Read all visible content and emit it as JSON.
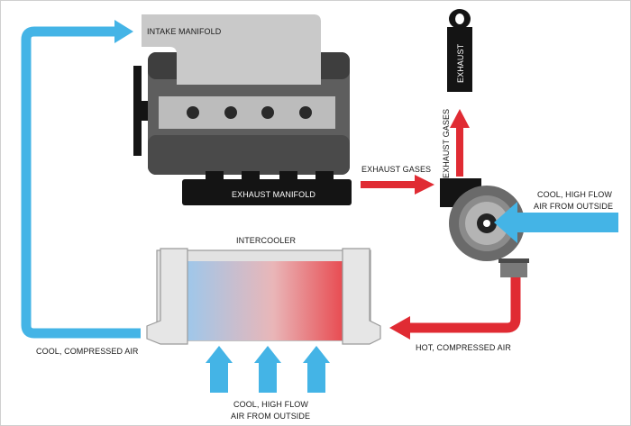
{
  "labels": {
    "intake_manifold": "INTAKE MANIFOLD",
    "exhaust_manifold": "EXHAUST MANIFOLD",
    "exhaust_gases_horizontal": "EXHAUST GASES",
    "exhaust_gases_vertical": "EXHAUST GASES",
    "exhaust": "EXHAUST",
    "cool_air_right_line1": "COOL, HIGH FLOW",
    "cool_air_right_line2": "AIR FROM OUTSIDE",
    "intercooler": "INTERCOOLER",
    "cool_compressed_air": "COOL, COMPRESSED AIR",
    "hot_compressed_air": "HOT, COMPRESSED AIR",
    "cool_air_bottom_line1": "COOL, HIGH FLOW",
    "cool_air_bottom_line2": "AIR FROM OUTSIDE"
  },
  "colors": {
    "cool_air": "#44b4e6",
    "hot_air": "#e02b33",
    "engine_dark": "#3a3a3a",
    "engine_mid": "#5e5e5e",
    "engine_light": "#bcbcbc",
    "intercooler_body": "#e4e4e4",
    "black": "#141414"
  }
}
